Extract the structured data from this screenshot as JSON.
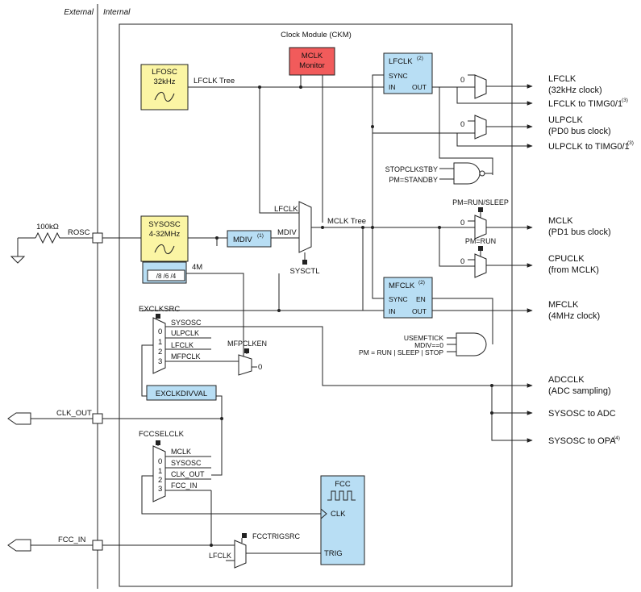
{
  "header": {
    "external": "External",
    "internal": "Internal"
  },
  "module": {
    "title": "Clock Module (CKM)"
  },
  "blocks": {
    "lfosc": {
      "line1": "LFOSC",
      "line2": "32kHz"
    },
    "sysosc": {
      "line1": "SYSOSC",
      "line2": "4-32MHz"
    },
    "mclk_monitor": {
      "line1": "MCLK",
      "line2": "Monitor"
    },
    "lfclk": {
      "title": "LFCLK",
      "sup": "(2)",
      "sync": "SYNC",
      "in": "IN",
      "out": "OUT"
    },
    "mfclk": {
      "title": "MFCLK",
      "sup": "(2)",
      "sync": "SYNC",
      "en": "EN",
      "in": "IN",
      "out": "OUT"
    },
    "mdiv": {
      "label": "MDIV",
      "sup": "(1)"
    },
    "sysosc_div": {
      "label": "/8 /6 /4",
      "tap": "4M"
    },
    "exclkdivval": {
      "label": "EXCLKDIVVAL"
    },
    "fcc": {
      "title": "FCC",
      "clk": "CLK",
      "trig": "TRIG"
    }
  },
  "signals": {
    "lfclk_tree": "LFCLK Tree",
    "lfclk_in": "LFCLK",
    "mdiv_out": "MDIV",
    "mclk_tree": "MCLK Tree",
    "sysctl": "SYSCTL",
    "rosc_value": "100kΩ",
    "rosc_pin": "ROSC",
    "clk_out_pin": "CLK_OUT",
    "fcc_in_pin": "FCC_IN",
    "stopclkstby": "STOPCLKSTBY",
    "pm_standby": "PM=STANDBY",
    "pm_run_sleep": "PM=RUN/SLEEP",
    "pm_run": "PM=RUN",
    "usemftick": "USEMFTICK",
    "mdiv_zero": "MDIV==0",
    "pm_all": "PM = RUN | SLEEP | STOP",
    "zero": "0",
    "mfpclken": "MFPCLKEN",
    "fcctrigsrc": "FCCTRIGSRC",
    "lfclk_trig": "LFCLK"
  },
  "exclksrc": {
    "title": "EXCLKSRC",
    "inputs": [
      "SYSOSC",
      "ULPCLK",
      "LFCLK",
      "MFPCLK"
    ],
    "indices": [
      "0",
      "1",
      "2",
      "3"
    ]
  },
  "fccselclk": {
    "title": "FCCSELCLK",
    "inputs": [
      "MCLK",
      "SYSOSC",
      "CLK_OUT",
      "FCC_IN"
    ],
    "indices": [
      "0",
      "1",
      "2",
      "3"
    ]
  },
  "outputs": {
    "lfclk": {
      "name": "LFCLK",
      "desc": "(32kHz clock)"
    },
    "lfclk_timg": {
      "name": "LFCLK to TIMG0/1",
      "sup": "(3)"
    },
    "ulpclk": {
      "name": "ULPCLK",
      "desc": "(PD0 bus clock)"
    },
    "ulpclk_timg": {
      "name": "ULPCLK to TIMG0/1",
      "sup": "(3)"
    },
    "mclk": {
      "name": "MCLK",
      "desc": "(PD1 bus clock)"
    },
    "cpuclk": {
      "name": "CPUCLK",
      "desc": "(from MCLK)"
    },
    "mfclk": {
      "name": "MFCLK",
      "desc": "(4MHz clock)"
    },
    "adcclk": {
      "name": "ADCCLK",
      "desc": "(ADC sampling)"
    },
    "sysosc_adc": {
      "name": "SYSOSC to ADC"
    },
    "sysosc_opa": {
      "name": "SYSOSC to OPA",
      "sup": "(4)"
    }
  },
  "colors": {
    "lfosc_fill": "#fbf5a4",
    "mclk_monitor_fill": "#f15b5b",
    "blue_fill": "#b8def4",
    "line": "#222222"
  }
}
